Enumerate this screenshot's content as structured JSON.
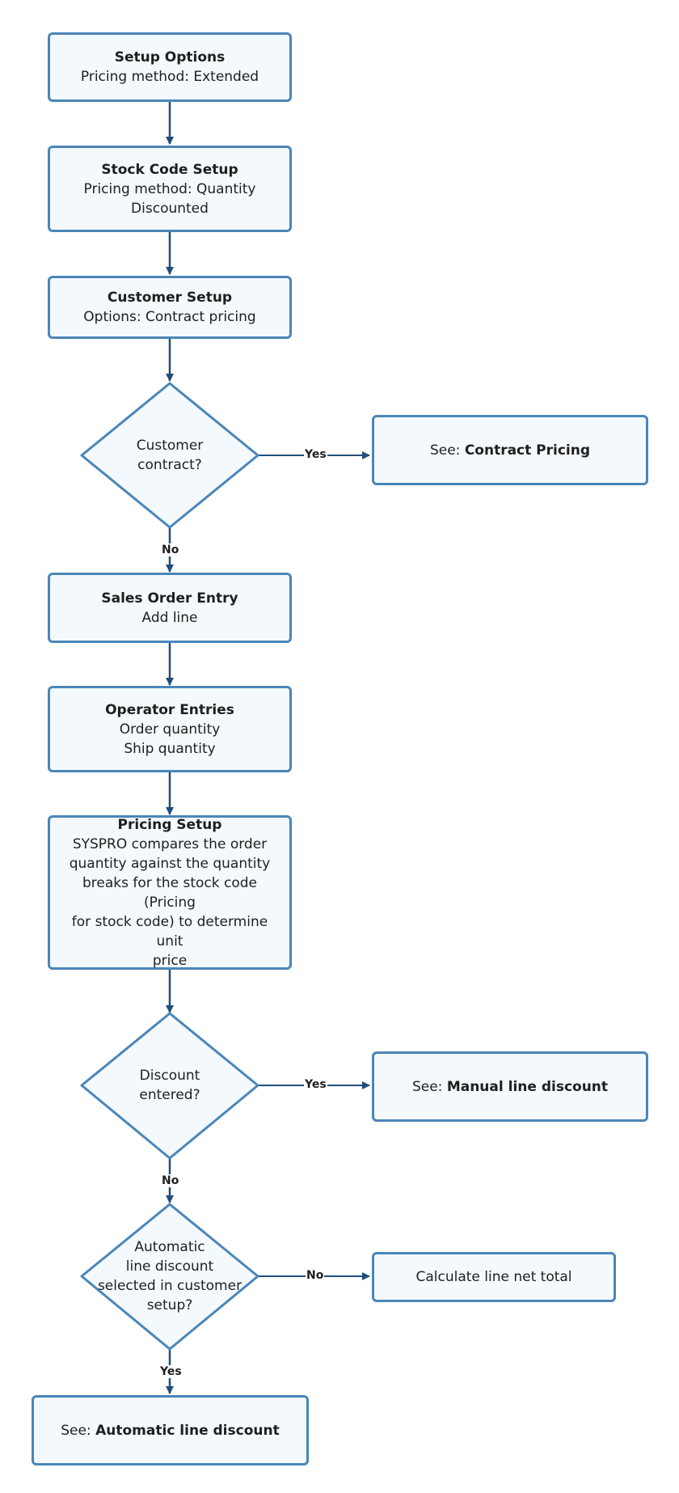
{
  "nodes": {
    "setup_options": {
      "title": "Setup Options",
      "lines": [
        "Pricing method: Extended"
      ]
    },
    "stock_code_setup": {
      "title": "Stock Code Setup",
      "lines": [
        "Pricing method: Quantity",
        "Discounted"
      ]
    },
    "customer_setup": {
      "title": "Customer Setup",
      "lines": [
        "Options: Contract pricing"
      ]
    },
    "customer_contract": {
      "lines": [
        "Customer",
        "contract?"
      ]
    },
    "contract_pricing": {
      "prefix": "See: ",
      "bold": "Contract Pricing"
    },
    "sales_order_entry": {
      "title": "Sales Order Entry",
      "lines": [
        "Add line"
      ]
    },
    "operator_entries": {
      "title": "Operator Entries",
      "lines": [
        "Order quantity",
        "Ship quantity"
      ]
    },
    "pricing_setup": {
      "title": "Pricing Setup",
      "lines": [
        "SYSPRO compares the order",
        "quantity against the quantity",
        "breaks for the stock code (Pricing",
        "for stock code) to determine unit",
        "price"
      ]
    },
    "discount_entered": {
      "lines": [
        "Discount",
        "entered?"
      ]
    },
    "manual_line_discount": {
      "prefix": "See: ",
      "bold": "Manual line discount"
    },
    "automatic_discount_selected": {
      "lines": [
        "Automatic",
        "line discount",
        "selected in customer",
        "setup?"
      ]
    },
    "calculate_line_net_total": {
      "lines": [
        "Calculate line net total"
      ]
    },
    "automatic_line_discount": {
      "prefix": "See: ",
      "bold": "Automatic line discount"
    }
  },
  "edges": {
    "contract_yes": "Yes",
    "contract_no": "No",
    "discount_yes": "Yes",
    "discount_no": "No",
    "auto_no": "No",
    "auto_yes": "Yes"
  },
  "colors": {
    "border": "#4a86b8",
    "fill": "#f3f9fd",
    "arrow": "#1f4e79",
    "text": "#1f1f1f"
  }
}
